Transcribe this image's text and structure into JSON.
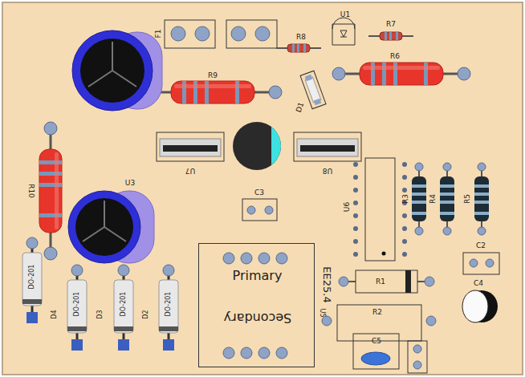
{
  "diagram": {
    "nodes": [
      {
        "text": [
          "Primary",
          "Secondary"
        ]
      }
    ],
    "labels": [
      "F1",
      "R8",
      "U1",
      "R7",
      "R9",
      "R6",
      "D1",
      "U7",
      "U8",
      "R10",
      "U3",
      "U6",
      "R3",
      "R4",
      "R5",
      "C3",
      "C2",
      "EE25.4",
      "U5",
      "R1",
      "R2",
      "C4",
      "C5",
      "DO-201",
      "DO-201",
      "DO-201",
      "DO-201",
      "D4",
      "D3",
      "D2"
    ]
  }
}
